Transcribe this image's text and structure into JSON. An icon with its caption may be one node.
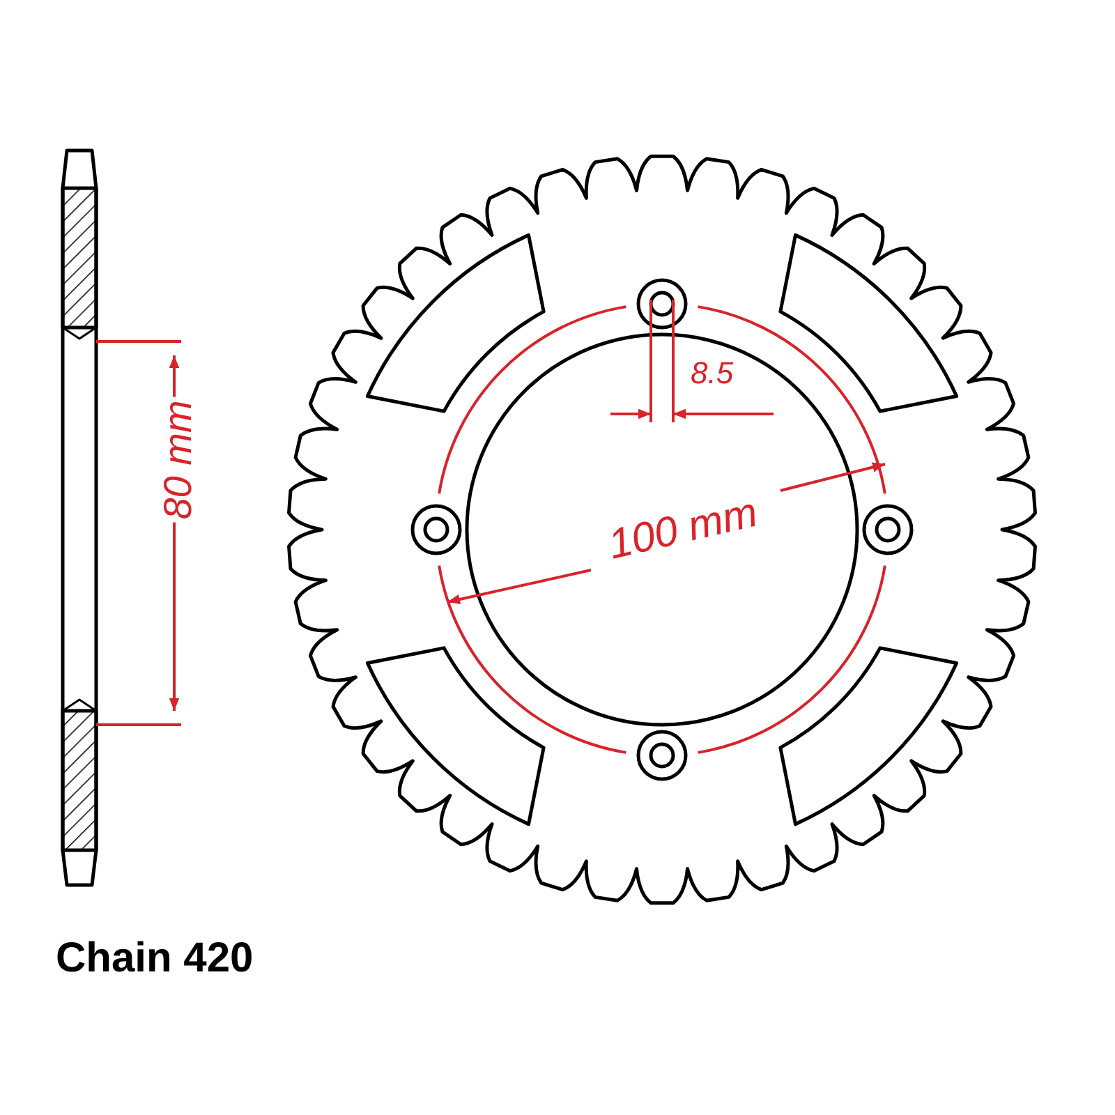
{
  "diagram": {
    "labels": [
      "80 mm",
      "8.5",
      "100 mm",
      "Chain 420"
    ]
  }
}
